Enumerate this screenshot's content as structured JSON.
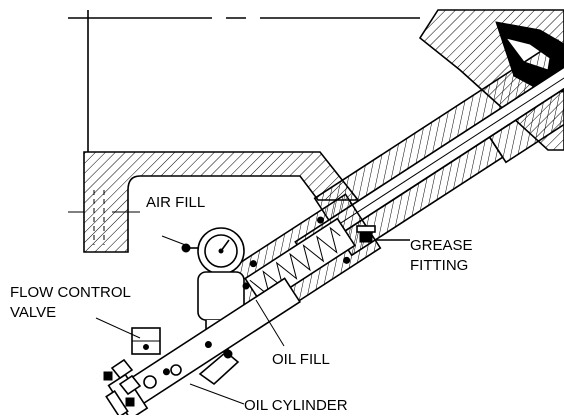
{
  "labels": {
    "air_fill": "AIR FILL",
    "grease_line1": "GREASE",
    "grease_line2": "FITTING",
    "flow_line1": "FLOW CONTROL",
    "flow_line2": "VALVE",
    "oil_fill": "OIL FILL",
    "oil_cylinder": "OIL CYLINDER"
  },
  "colors": {
    "ink": "#000000",
    "paper": "#ffffff"
  },
  "icons": [
    "pressure-gauge-icon",
    "coil-spring-icon",
    "grease-fitting-icon"
  ]
}
